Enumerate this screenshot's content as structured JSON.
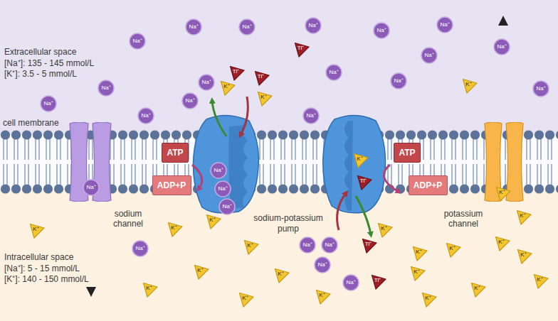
{
  "diagram": {
    "nodes": [
      {
        "text": [
          "Na⁺"
        ]
      },
      {
        "text": [
          "Na⁺"
        ]
      },
      {
        "text": [
          "Na⁺"
        ]
      },
      {
        "text": [
          "Na⁺"
        ]
      },
      {
        "text": [
          "Na⁺"
        ]
      },
      {
        "text": [
          "Na⁺"
        ]
      },
      {
        "text": [
          "Na⁺"
        ]
      },
      {
        "text": [
          "Tl⁺"
        ]
      },
      {
        "text": [
          "Na⁺"
        ]
      },
      {
        "text": [
          "Na⁺"
        ]
      },
      {
        "text": [
          "Tl⁺"
        ]
      },
      {
        "text": [
          "Tl⁺"
        ]
      },
      {
        "text": [
          "Na⁺"
        ]
      },
      {
        "text": [
          "Na⁺"
        ]
      },
      {
        "text": [
          "Na⁺"
        ]
      },
      {
        "text": [
          "K⁺"
        ]
      },
      {
        "text": [
          "K⁺"
        ]
      },
      {
        "text": [
          "Na⁺"
        ]
      },
      {
        "text": [
          "K⁺"
        ]
      },
      {
        "text": [
          "Na⁺"
        ]
      },
      {
        "text": [
          "Na⁺"
        ]
      },
      {
        "text": [
          "Na⁺"
        ]
      },
      {
        "text": [
          "Na⁺"
        ]
      },
      {
        "text": [
          "sodium channel"
        ]
      },
      {
        "text": [
          "Na⁺"
        ],
        "in": 23
      },
      {
        "text": [
          "ATP"
        ]
      },
      {
        "text": [
          "ATP"
        ]
      },
      {
        "text": [
          "Na⁺"
        ]
      },
      {
        "text": [
          "K⁺"
        ]
      },
      {
        "text": [
          "Tl⁺"
        ]
      },
      {
        "text": [
          "ADP+P"
        ]
      },
      {
        "text": [
          "ADP+P"
        ]
      },
      {
        "text": [
          "Na⁺"
        ]
      },
      {
        "text": [
          "Na⁺"
        ]
      },
      {
        "text": [
          "potassium channel"
        ]
      },
      {
        "text": [
          "K⁺"
        ],
        "in": 34
      },
      {
        "text": [
          "K⁺"
        ]
      },
      {
        "text": [
          "K⁺"
        ]
      },
      {
        "text": [
          "K⁺"
        ]
      },
      {
        "text": [
          "K⁺"
        ]
      },
      {
        "text": [
          "K⁺"
        ]
      },
      {
        "text": [
          "Na⁺"
        ]
      },
      {
        "text": [
          "Na⁺"
        ]
      },
      {
        "text": [
          "Tl⁺"
        ]
      },
      {
        "text": [
          "K⁺"
        ]
      },
      {
        "text": [
          "K⁺"
        ]
      },
      {
        "text": [
          "Na⁺"
        ]
      },
      {
        "text": [
          "K⁺"
        ]
      },
      {
        "text": [
          "K⁺"
        ]
      },
      {
        "text": [
          "K⁺"
        ]
      },
      {
        "text": [
          "Na⁺"
        ]
      },
      {
        "text": [
          "K⁺"
        ]
      },
      {
        "text": [
          "K⁺"
        ]
      },
      {
        "text": [
          "K⁺"
        ]
      },
      {
        "text": [
          "Tl⁺"
        ]
      },
      {
        "text": [
          "K⁺"
        ]
      },
      {
        "text": [
          "Na⁺"
        ]
      },
      {
        "text": [
          "K⁺"
        ]
      },
      {
        "text": [
          "K⁺"
        ]
      },
      {
        "text": [
          "K⁺"
        ]
      },
      {
        "text": [
          "K⁺"
        ]
      },
      {
        "text": [
          "K⁺"
        ]
      }
    ],
    "labels": [
      "Extracellular space",
      "[Na⁺]: 135 - 145 mmol/L",
      "[K⁺]: 3.5 - 5 mmol/L",
      "cell membrane",
      "Intracellular space",
      "[Na⁺]: 5 - 15 mmol/L",
      "[K⁺]: 140 - 150 mmol/L",
      "sodium-potassium pump"
    ]
  }
}
